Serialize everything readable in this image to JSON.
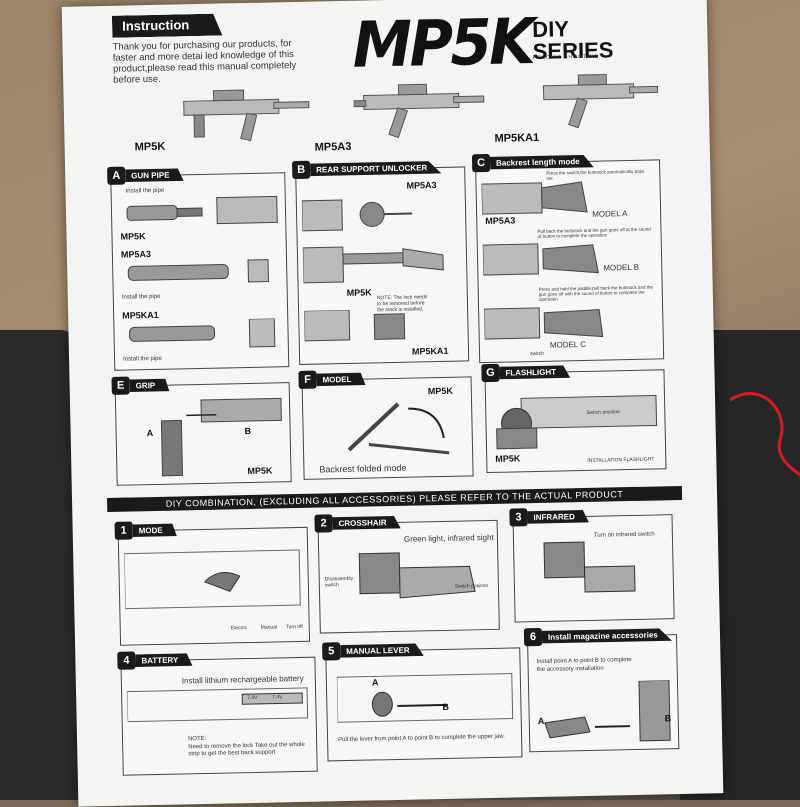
{
  "header": {
    "intro_tag": "Instruction",
    "intro_text": "Thank you for purchasing our products, for faster and more detai led knowledge of this product,please read this manual completely before use.",
    "brand": "MP5K",
    "series_top": "DIY",
    "series_bottom": "SERIES",
    "precise": "PRECISE SHOOTING"
  },
  "models": [
    "MP5K",
    "MP5A3",
    "MP5KA1"
  ],
  "panels": {
    "a": {
      "num": "A",
      "label": "GUN PIPE",
      "install": "Install the pipe",
      "m1": "MP5K",
      "m2": "MP5A3",
      "m3": "MP5KA1",
      "install2": "Install the pipe",
      "install3": "Install the pipe"
    },
    "b": {
      "num": "B",
      "label": "REAR SUPPORT UNLOCKER",
      "m1": "MP5A3",
      "m2": "MP5K",
      "m3": "MP5KA1",
      "note": "NOTE: The lock needs to be removed before the stock is installed."
    },
    "c": {
      "num": "C",
      "label": "Backrest length mode",
      "s1": "Press the switch,the buttstock automatically pops out",
      "m1": "MP5A3",
      "ma": "MODEL A",
      "s2": "Pull back the buttstock and the gun goes off at the sound of button to complete the operation",
      "mb": "MODEL B",
      "s3": "Press and hold the paddle,pull back the buttstock and the gun goes off with the sound of button to complete the operation",
      "mc": "MODEL C",
      "switch": "switch"
    },
    "e": {
      "num": "E",
      "label": "GRIP",
      "a": "A",
      "b": "B",
      "m": "MP5K"
    },
    "f": {
      "num": "F",
      "label": "MODEL",
      "m": "MP5K",
      "caption": "Backrest folded mode"
    },
    "g": {
      "num": "G",
      "label": "FLASHLIGHT",
      "m": "MP5K",
      "switch": "Switch position",
      "caption": "INSTALLATION FLASHLIGHT"
    }
  },
  "divider": "DIY COMBINATION, (EXCLUDING ALL ACCESSORIES) PLEASE REFER TO THE ACTUAL PRODUCT",
  "steps": {
    "s1": {
      "num": "1",
      "label": "MODE",
      "modes": [
        "Electric",
        "Manual",
        "Turn off"
      ]
    },
    "s2": {
      "num": "2",
      "label": "CROSSHAIR",
      "t1": "Green light, infrared sight",
      "t2": "Disassembly switch",
      "t3": "Switch position"
    },
    "s3": {
      "num": "3",
      "label": "INFRARED",
      "t1": "Turn on infrared switch"
    },
    "s4": {
      "num": "4",
      "label": "BATTERY",
      "t1": "Install lithium rechargeable battery",
      "v1": "7.4V",
      "v2": "7.4V",
      "note_title": "NOTE:",
      "note": "Need to remove the lock Take out the whole strip to get the best back support"
    },
    "s5": {
      "num": "5",
      "label": "MANUAL LEVER",
      "a": "A",
      "b": "B",
      "t1": "Pull the lever from point A to point B to complete the upper jaw."
    },
    "s6": {
      "num": "6",
      "label": "Install magazine accessories",
      "t1": "Install point A to point B to complete the accessory installation",
      "a": "A",
      "b": "B"
    }
  }
}
